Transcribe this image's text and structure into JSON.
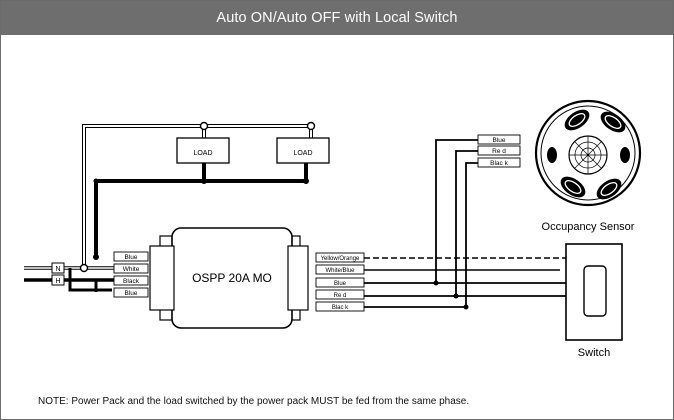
{
  "title": "Auto ON/Auto OFF with Local Switch",
  "power_pack": {
    "label": "OSPP 20A MO"
  },
  "loads": [
    {
      "label": "LOAD"
    },
    {
      "label": "LOAD"
    }
  ],
  "line_terminals": [
    {
      "label": "N"
    },
    {
      "label": "H"
    }
  ],
  "pack_left_wires": [
    "Blue",
    "White",
    "Black",
    "Blue"
  ],
  "pack_right_wires": [
    "Yellow/Orange",
    "White/Blue",
    "Blue",
    "Re d",
    "Blac k"
  ],
  "sensor": {
    "label": "Occupancy Sensor",
    "wires": [
      "Blue",
      "Re d",
      "Blac k"
    ]
  },
  "switch": {
    "label": "Switch"
  },
  "note": "NOTE: Power Pack and the load switched by the power pack MUST be fed from the same phase."
}
